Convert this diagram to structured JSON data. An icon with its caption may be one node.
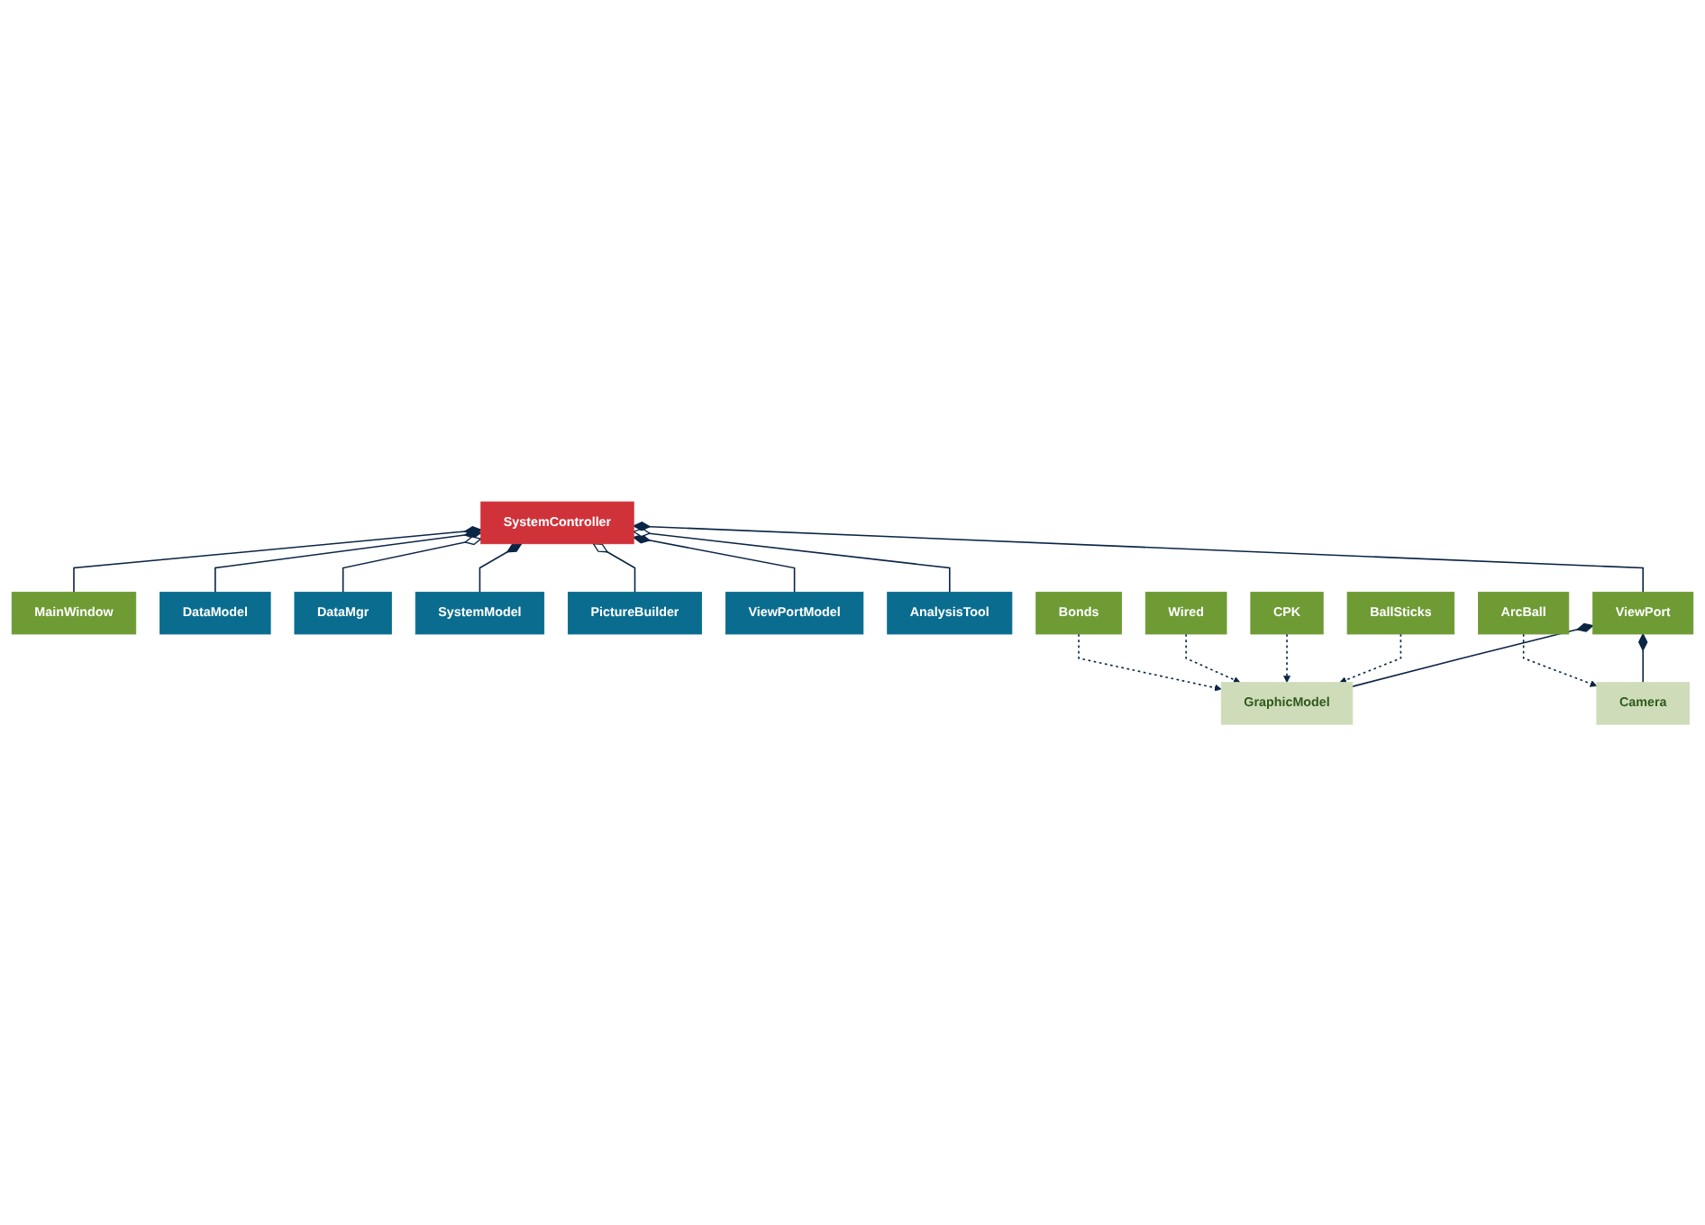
{
  "diagram": {
    "nodes": [
      {
        "text": [
          "MainWindow"
        ]
      },
      {
        "text": [
          "DataModel"
        ]
      },
      {
        "text": [
          "DataMgr"
        ]
      },
      {
        "text": [
          "SystemModel"
        ]
      },
      {
        "text": [
          "SystemController"
        ]
      },
      {
        "text": [
          "PictureBuilder"
        ]
      },
      {
        "text": [
          "ViewPortModel"
        ]
      },
      {
        "text": [
          "AnalysisTool"
        ]
      },
      {
        "text": [
          "ViewPort"
        ]
      },
      {
        "text": [
          "GraphicModel"
        ]
      },
      {
        "text": [
          "Camera"
        ]
      },
      {
        "text": [
          "BallSticks"
        ]
      },
      {
        "text": [
          "CPK"
        ]
      },
      {
        "text": [
          "Wired"
        ]
      },
      {
        "text": [
          "Bonds"
        ]
      },
      {
        "text": [
          "ArcBall"
        ]
      }
    ],
    "edges": [
      {
        "from": 4,
        "to": 0,
        "arrow": "other"
      },
      {
        "from": 4,
        "to": 1,
        "arrow": "other"
      },
      {
        "from": 4,
        "to": 2,
        "arrow": "other"
      },
      {
        "from": 4,
        "to": 3,
        "arrow": "other"
      },
      {
        "from": 4,
        "to": 5,
        "arrow": "other"
      },
      {
        "from": 4,
        "to": 6,
        "arrow": "other"
      },
      {
        "from": 4,
        "to": 7,
        "arrow": "other"
      },
      {
        "from": 4,
        "to": 8,
        "arrow": "other"
      },
      {
        "from": 8,
        "to": 9,
        "arrow": "other"
      },
      {
        "from": 8,
        "to": 10,
        "arrow": "other"
      },
      {
        "from": 11,
        "to": 9,
        "arrow": "to",
        "style": "dashed"
      },
      {
        "from": 12,
        "to": 9,
        "arrow": "to",
        "style": "dashed"
      },
      {
        "from": 13,
        "to": 9,
        "arrow": "to",
        "style": "dashed"
      },
      {
        "from": 14,
        "to": 9,
        "arrow": "to",
        "style": "dashed"
      },
      {
        "from": 15,
        "to": 10,
        "arrow": "to",
        "style": "dashed"
      }
    ]
  }
}
